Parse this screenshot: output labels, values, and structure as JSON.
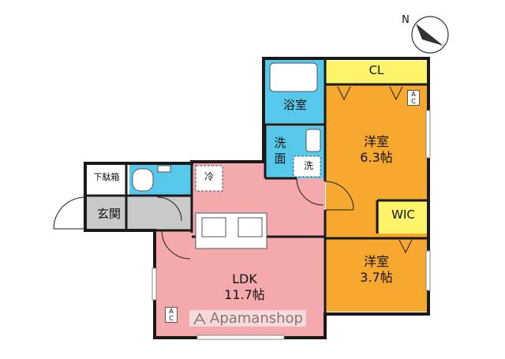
{
  "colors": {
    "ldk": "#f4a9ad",
    "western": "#f7a92f",
    "wet": "#55c8ec",
    "entrance": "#c9c9c9",
    "closet": "#fdf46a",
    "wall": "#1a1a1a"
  },
  "compass": {
    "north_label": "N",
    "icon": "north-arrow-icon"
  },
  "rooms": {
    "ldk": {
      "name": "LDK",
      "size": "11.7帖"
    },
    "western_large": {
      "name": "洋室",
      "size": "6.3帖"
    },
    "western_small": {
      "name": "洋室",
      "size": "3.7帖"
    },
    "bath": {
      "name": "浴室"
    },
    "washroom": {
      "name_line1": "洗",
      "name_line2": "面"
    },
    "closet": {
      "name": "CL"
    },
    "wic": {
      "name": "WIC"
    },
    "entrance": {
      "name": "玄関"
    },
    "shoe_box": {
      "name": "下駄箱"
    }
  },
  "fixtures": {
    "fridge": "冷",
    "washer": "洗",
    "ac_top": "A\nC",
    "ac_ldk": "A\nC"
  },
  "watermark": {
    "text": "Apamanshop",
    "icon": "apamanshop-logo-icon"
  }
}
